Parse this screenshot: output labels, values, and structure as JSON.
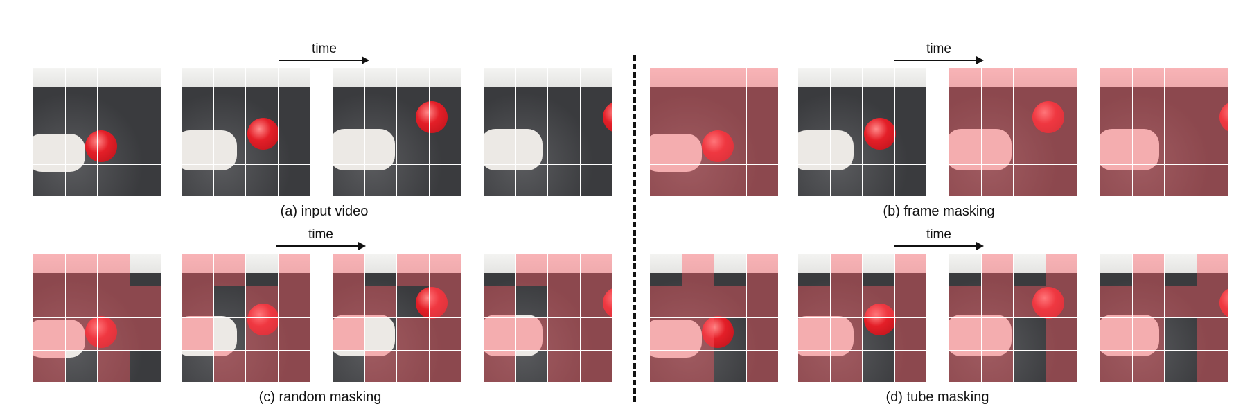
{
  "colors": {
    "mask": "#ff5a64",
    "arrow": "#111111"
  },
  "panels": {
    "a": {
      "caption": "(a) input video",
      "time": "time",
      "masks": [
        [],
        [],
        [],
        []
      ]
    },
    "b": {
      "caption": "(b) frame masking",
      "time": "time",
      "masks": [
        [
          0,
          1,
          2,
          3,
          4,
          5,
          6,
          7,
          8,
          9,
          10,
          11,
          12,
          13,
          14,
          15
        ],
        [],
        [
          0,
          1,
          2,
          3,
          4,
          5,
          6,
          7,
          8,
          9,
          10,
          11,
          12,
          13,
          14,
          15
        ],
        [
          0,
          1,
          2,
          3,
          4,
          5,
          6,
          7,
          8,
          9,
          10,
          11,
          12,
          13,
          14,
          15
        ]
      ]
    },
    "c": {
      "caption": "(c) random masking",
      "time": "time",
      "masks": [
        [
          0,
          1,
          2,
          4,
          5,
          6,
          7,
          8,
          9,
          10,
          11,
          12,
          14
        ],
        [
          0,
          1,
          3,
          4,
          6,
          7,
          8,
          10,
          11,
          13,
          14,
          15
        ],
        [
          0,
          2,
          3,
          4,
          5,
          7,
          8,
          10,
          11,
          13,
          14,
          15
        ],
        [
          1,
          2,
          3,
          4,
          6,
          7,
          8,
          9,
          10,
          11,
          12,
          14,
          15
        ]
      ]
    },
    "d": {
      "caption": "(d) tube masking",
      "time": "time",
      "masks": [
        [
          1,
          3,
          4,
          5,
          6,
          7,
          8,
          9,
          11,
          12,
          13,
          15
        ],
        [
          1,
          3,
          4,
          5,
          6,
          7,
          8,
          9,
          11,
          12,
          13,
          15
        ],
        [
          1,
          3,
          4,
          5,
          6,
          7,
          8,
          9,
          11,
          12,
          13,
          15
        ],
        [
          1,
          3,
          4,
          5,
          6,
          7,
          8,
          9,
          11,
          12,
          13,
          15
        ]
      ]
    }
  }
}
